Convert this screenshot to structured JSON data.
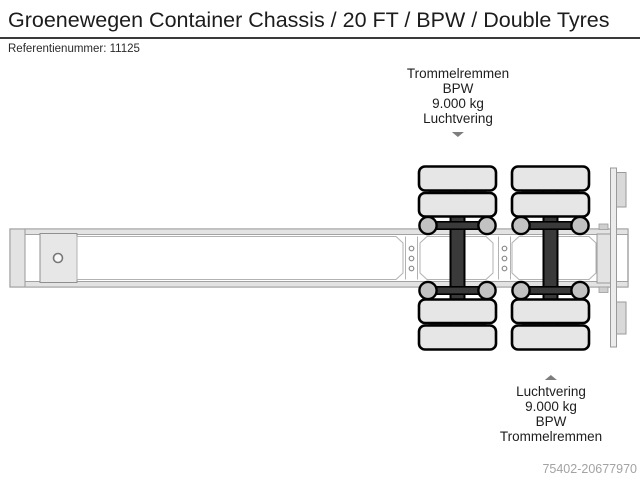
{
  "header": {
    "title": "Groenewegen Container Chassis / 20 FT / BPW / Double Tyres",
    "reference": "Referentienummer: 11125"
  },
  "annotations": {
    "front_axle": {
      "lines": [
        "Trommelremmen",
        "BPW",
        "9.000 kg",
        "Luchtvering"
      ],
      "arrow_direction": "down"
    },
    "rear_axle": {
      "lines": [
        "Luchtvering",
        "9.000 kg",
        "BPW",
        "Trommelremmen"
      ],
      "arrow_direction": "up"
    }
  },
  "footer": {
    "id_number": "75402-20677970"
  },
  "diagram": {
    "colors": {
      "tyre_fill": "#e6e6e6",
      "axle_fill": "#3a3a3a",
      "bellow_fill": "#c2c2c2",
      "chassis_fill": "#e3e3e3",
      "chassis_outline": "#8f8f8f",
      "black_outline": "#000000",
      "annotation_arrow": "#7d7d7d",
      "footer_text": "#a3a3a3",
      "divider": "#3a3a3a"
    }
  }
}
